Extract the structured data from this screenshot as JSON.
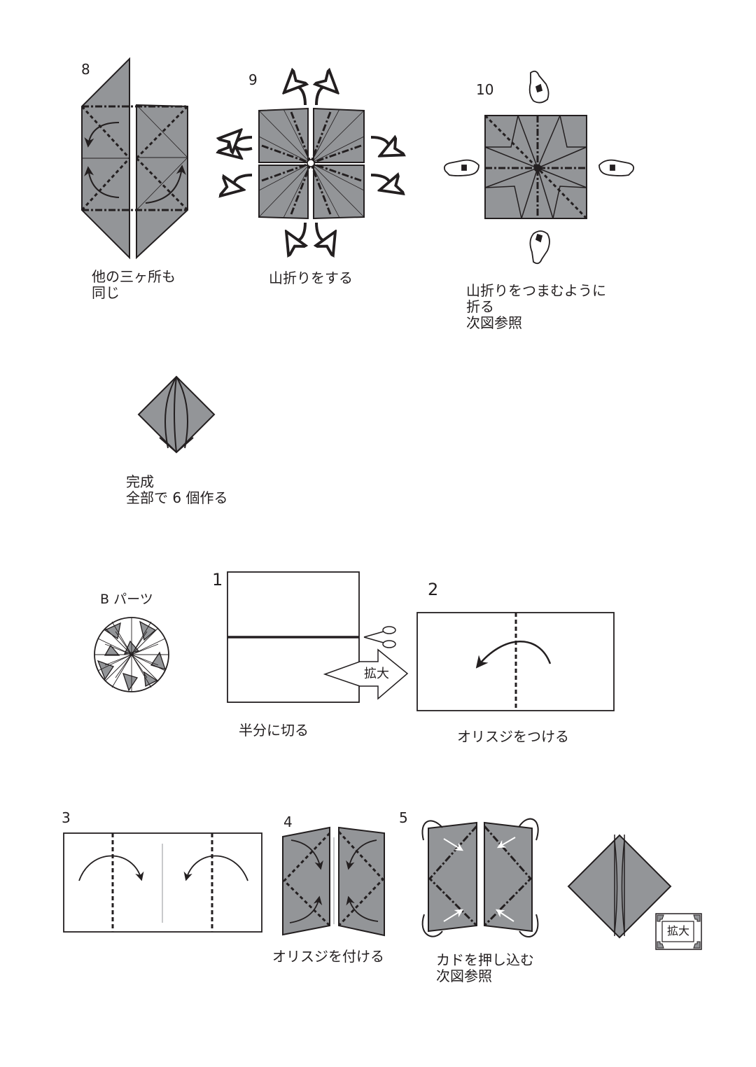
{
  "steps_top": [
    {
      "number": "8",
      "caption": "他の三ヶ所も\n同じ"
    },
    {
      "number": "9",
      "caption": "山折りをする"
    },
    {
      "number": "10",
      "caption": "山折りをつまむように\n折る\n次図参照"
    }
  ],
  "finished": {
    "caption": "完成\n全部で 6 個作る"
  },
  "b_part": {
    "label": "B パーツ"
  },
  "steps_bottom": [
    {
      "number": "1",
      "caption": "半分に切る"
    },
    {
      "number": "2",
      "caption": "オリスジをつける"
    },
    {
      "number": "3",
      "caption": ""
    },
    {
      "number": "4",
      "caption": "オリスジを付ける"
    },
    {
      "number": "5",
      "caption": "カドを押し込む\n次図参照"
    }
  ],
  "enlarge_label": "拡大",
  "colors": {
    "paper_gray": "#939598",
    "line": "#231f20",
    "white": "#ffffff"
  },
  "icons": [
    "scissors-icon",
    "hand-pinch-icon",
    "enlarge-arrow-icon",
    "enlarge-badge-icon"
  ]
}
